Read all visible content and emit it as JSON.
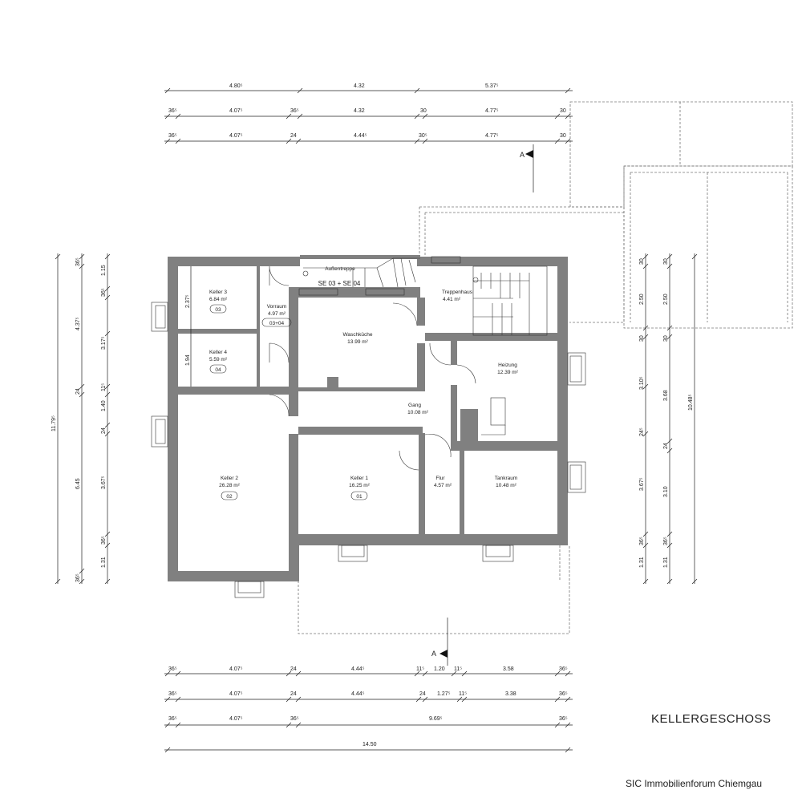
{
  "plan_title": "KELLERGESCHOSS",
  "company": "SIC Immobilienforum Chiemgau",
  "section_marker": "A",
  "stair_label": "Außentreppe",
  "stair_units": "SE 03 + SE 04",
  "rooms": {
    "keller3": {
      "name": "Keller 3",
      "area": "6.84 m²",
      "badge": "03"
    },
    "vorraum": {
      "name": "Vorraum",
      "area": "4.97 m²",
      "badge": "03+04"
    },
    "keller4": {
      "name": "Keller 4",
      "area": "5.59 m²",
      "badge": "04"
    },
    "waschkueche": {
      "name": "Waschküche",
      "area": "13.99 m²"
    },
    "treppenhaus": {
      "name": "Treppenhaus",
      "area": "4.41 m²"
    },
    "heizung": {
      "name": "Heizung",
      "area": "12.39 m²"
    },
    "gang": {
      "name": "Gang",
      "area": "10.08 m²"
    },
    "keller2": {
      "name": "Keller 2",
      "area": "26.28 m²",
      "badge": "02"
    },
    "keller1": {
      "name": "Keller 1",
      "area": "16.25 m²",
      "badge": "01"
    },
    "flur": {
      "name": "Flur",
      "area": "4.57 m²"
    },
    "tankraum": {
      "name": "Tankraum",
      "area": "10.48 m²"
    }
  },
  "dims_top": {
    "r1": [
      "4.80⁵",
      "4.32",
      "5.37⁵"
    ],
    "r2": [
      "36⁵",
      "4.07⁵",
      "36⁵",
      "4.32",
      "30",
      "4.77⁵",
      "30"
    ],
    "r3": [
      "36⁵",
      "4.07⁵",
      "24",
      "4.44⁵",
      "30⁵",
      "4.77⁵",
      "30"
    ]
  },
  "dims_bottom": {
    "r1": [
      "36⁵",
      "4.07⁵",
      "24",
      "4.44⁵",
      "11⁵",
      "1.20",
      "11⁵",
      "3.58",
      "36⁵"
    ],
    "r2": [
      "36⁵",
      "4.07⁵",
      "24",
      "4.44⁵",
      "24",
      "1.27⁵",
      "11⁵",
      "3.38",
      "36⁵"
    ],
    "r3": [
      "36⁵",
      "4.07⁵",
      "36⁵",
      "9.69⁵",
      "36⁵"
    ],
    "total": "14.50"
  },
  "dims_left": {
    "total": "11.79⁵",
    "mid": [
      "36⁵",
      "4.37⁵",
      "24",
      "6.45",
      "36⁵"
    ],
    "inner": [
      "1.15",
      "36⁵",
      "3.17⁵",
      "11⁵",
      "1.40",
      "24",
      "3.67⁵",
      "36⁵",
      "1.31"
    ],
    "small": [
      "2.37⁵",
      "1.94"
    ]
  },
  "dims_right": {
    "col1": [
      "30",
      "2.50",
      "30",
      "3.10⁵",
      "24⁵",
      "3.67⁵",
      "36⁵",
      "1.31"
    ],
    "col2": [
      "30",
      "2.50",
      "30",
      "3.68",
      "24",
      "3.10",
      "36⁵",
      "1.31"
    ],
    "total": "10.48⁵"
  }
}
